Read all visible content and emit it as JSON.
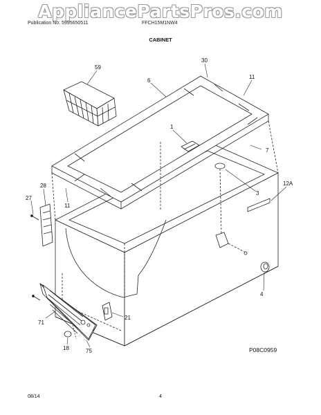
{
  "watermark": "AppliancePartsPros.com",
  "header": {
    "publication": "Publication No: 5995650511",
    "model": "FFCH15M1NW4"
  },
  "section_title": "CABINET",
  "diagram_code": "P08C0959",
  "callouts": {
    "c59": "59",
    "c30": "30",
    "c6": "6",
    "c11a": "11",
    "c1": "1",
    "c7": "7",
    "c3": "3",
    "c12a": "12A",
    "c28": "28",
    "c27": "27",
    "c11b": "11",
    "c4": "4",
    "c21": "21",
    "c71": "71",
    "c18": "18",
    "c75": "75"
  },
  "footer": {
    "date": "08/14",
    "page": "4"
  }
}
